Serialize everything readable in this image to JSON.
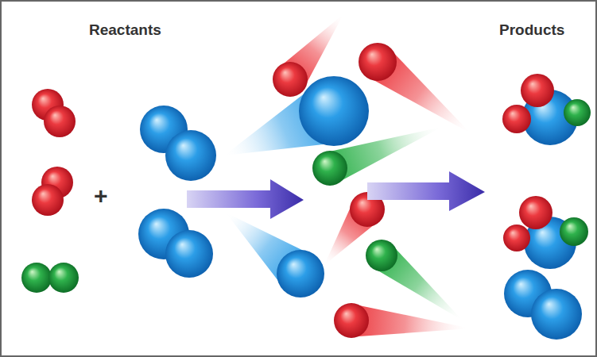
{
  "diagram": {
    "labels": [
      "Reactants",
      "+",
      "Products"
    ]
  }
}
